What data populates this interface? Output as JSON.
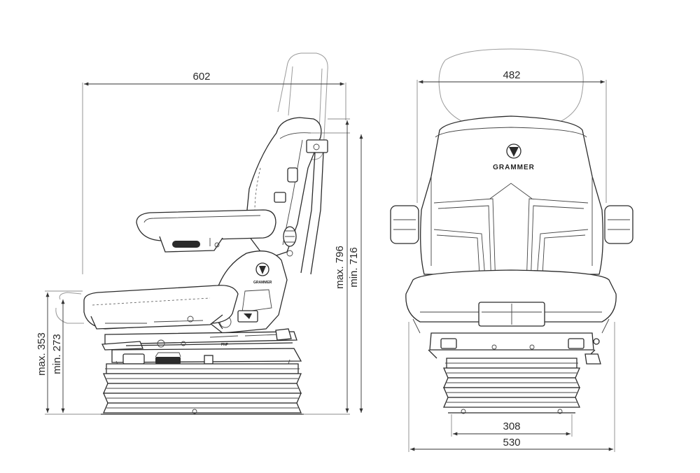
{
  "brand": {
    "logo_text": "GRAMMER"
  },
  "side_view": {
    "depth_label": "602",
    "height_max_label": "max. 796",
    "height_min_label": "min. 716",
    "suspension_max_label": "max. 353",
    "suspension_min_label": "min. 273"
  },
  "front_view": {
    "width_label": "482",
    "base_inner_label": "308",
    "base_outer_label": "530"
  }
}
